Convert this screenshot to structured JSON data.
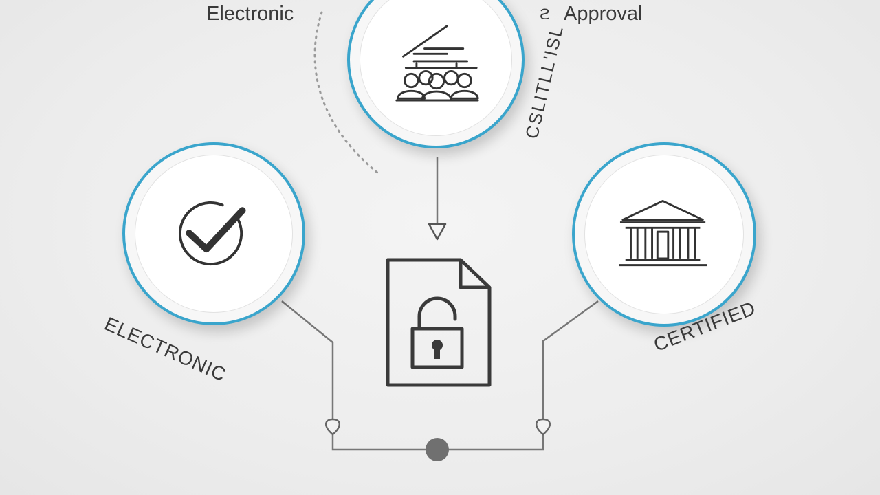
{
  "labels": {
    "electronic_top": "Electronic",
    "approval_mark": "ϩ",
    "approval": "Approval",
    "arc_text": "CSLITLL'ISL",
    "electronic_left": "ELECTRONIC",
    "certified": "CERTIFIED"
  },
  "icons": {
    "top": "meeting-group-icon",
    "left": "checkmark-circle-icon",
    "right": "bank-building-icon",
    "center": "locked-document-icon"
  },
  "colors": {
    "ring": "#3aa5cc",
    "line": "#777777",
    "icon": "#333333",
    "background": "#ededed"
  }
}
